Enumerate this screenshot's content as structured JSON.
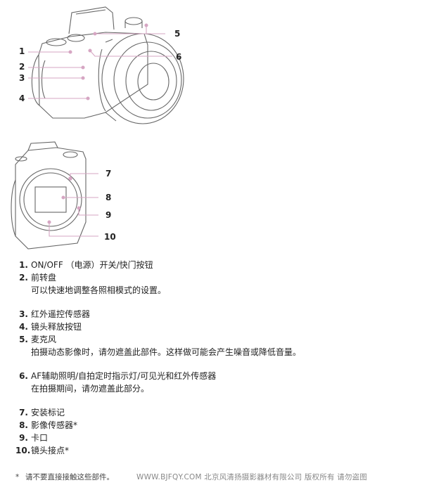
{
  "figure1": {
    "callouts": [
      "1",
      "2",
      "3",
      "4",
      "5",
      "6"
    ]
  },
  "figure2": {
    "callouts": [
      "7",
      "8",
      "9",
      "10"
    ]
  },
  "items": [
    {
      "num": "1.",
      "label": "ON/OFF （电源）开关/快门按钮",
      "desc": ""
    },
    {
      "num": "2.",
      "label": "前转盘",
      "desc": "可以快速地调整各照相模式的设置。"
    },
    {
      "num": "3.",
      "label": "红外遥控传感器",
      "desc": ""
    },
    {
      "num": "4.",
      "label": "镜头释放按钮",
      "desc": ""
    },
    {
      "num": "5.",
      "label": "麦克风",
      "desc": "拍摄动态影像时，请勿遮盖此部件。这样做可能会产生噪音或降低音量。"
    },
    {
      "num": "6.",
      "label": "AF辅助照明/自拍定时指示灯/可见光和红外传感器",
      "desc": "在拍摄期间，请勿遮盖此部分。"
    },
    {
      "num": "7.",
      "label": "安装标记",
      "desc": ""
    },
    {
      "num": "8.",
      "label": "影像传感器*",
      "desc": ""
    },
    {
      "num": "9.",
      "label": "卡口",
      "desc": ""
    },
    {
      "num": "10.",
      "label": "镜头接点*",
      "desc": ""
    }
  ],
  "footer": {
    "asterisk": "*",
    "note": "请不要直接接触这些部件。",
    "watermark": "WWW.BJFQY.COM 北京风清扬摄影器材有限公司 版权所有 请勿盗图"
  },
  "colors": {
    "callout_line": "#d6a6c3",
    "line_art": "#666666"
  }
}
